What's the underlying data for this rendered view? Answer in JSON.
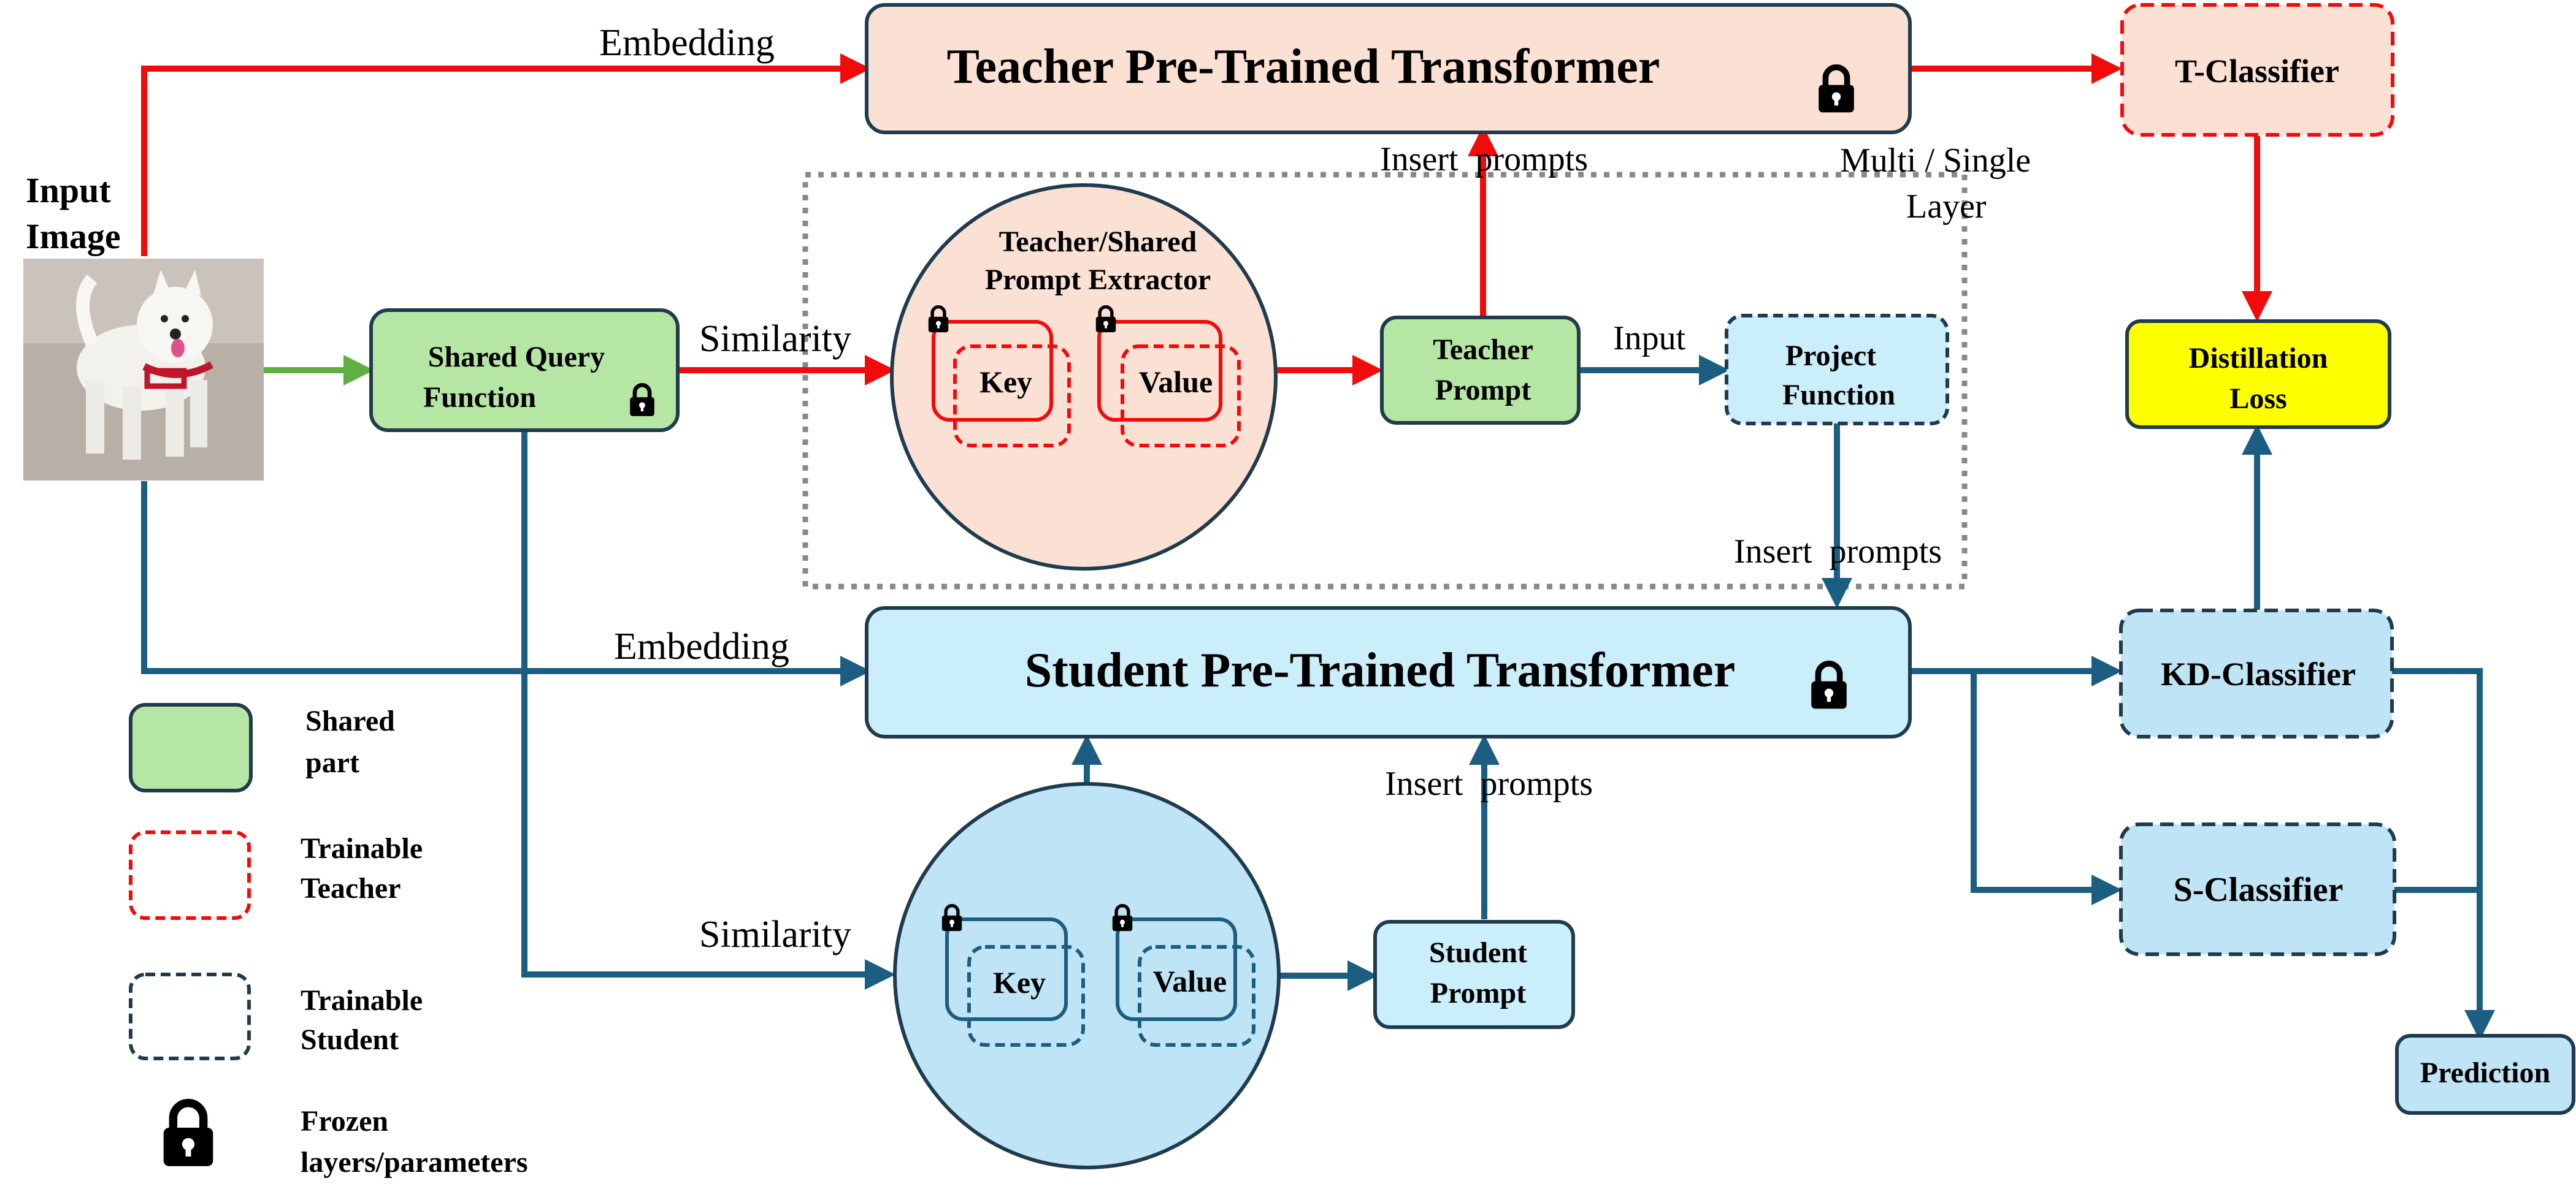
{
  "colors": {
    "red": "#f20b0b",
    "blue": "#1b5e82",
    "green": "#5fb041",
    "teacher_fill": "#fbe0d4",
    "student_fill": "#cbeefb",
    "student_circle_fill": "#bfe4f6",
    "shared_fill": "#b6e6a4",
    "distill_fill": "#ffff00",
    "border": "#1f3b4d"
  },
  "nodes": {
    "teacher_transformer": "Teacher Pre-Trained Transformer",
    "student_transformer": "Student Pre-Trained Transformer",
    "t_classifier": "T-Classifier",
    "distillation_loss": [
      "Distillation",
      "Loss"
    ],
    "kd_classifier": "KD-Classifier",
    "s_classifier": "S-Classifier",
    "prediction": "Prediction",
    "shared_query": [
      "Shared Query",
      "Function"
    ],
    "teacher_prompt": [
      "Teacher",
      "Prompt"
    ],
    "project_function": [
      "Project",
      "Function"
    ],
    "student_prompt": [
      "Student",
      "Prompt"
    ],
    "extractor_title": [
      "Teacher/Shared",
      "Prompt Extractor"
    ],
    "key": "Key",
    "value": "Value",
    "input_image": [
      "Input",
      "Image"
    ]
  },
  "edge_labels": {
    "embedding_top": "Embedding",
    "embedding_bottom": "Embedding",
    "similarity_top": "Similarity",
    "similarity_bottom": "Similarity",
    "insert_prompts_teacher": "Insert  prompts",
    "insert_prompts_project": "Insert  prompts",
    "insert_prompts_student": "Insert  prompts",
    "input": "Input",
    "multi_single": [
      "Multi / Single",
      "Layer"
    ]
  },
  "legend": {
    "shared": [
      "Shared",
      "part"
    ],
    "trainable_teacher": [
      "Trainable",
      "Teacher"
    ],
    "trainable_student": [
      "Trainable",
      "Student"
    ],
    "frozen": [
      "Frozen",
      "layers/parameters"
    ]
  },
  "icons": {
    "lock": "lock-icon",
    "dog": "dog-photo"
  }
}
